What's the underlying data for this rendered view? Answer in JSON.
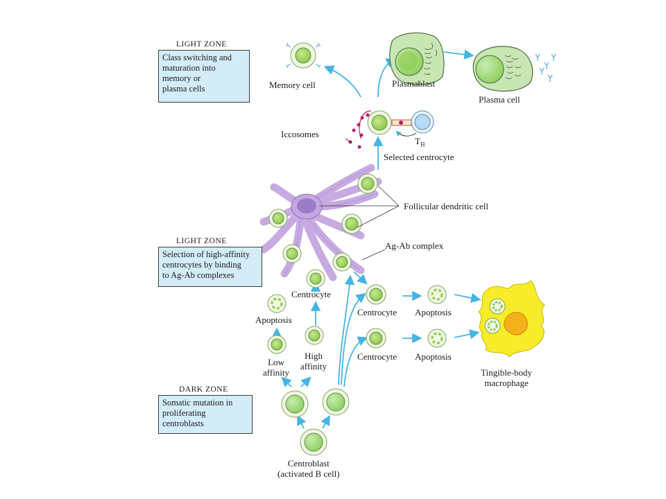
{
  "zones": {
    "light_top": {
      "title": "LIGHT ZONE",
      "text": [
        "Class switching and",
        "maturation into",
        "memory or",
        "plasma cells"
      ]
    },
    "light_mid": {
      "title": "LIGHT ZONE",
      "text": [
        "Selection of high-affinity",
        "centrocytes by binding",
        "to Ag-Ab complexes"
      ]
    },
    "dark": {
      "title": "DARK ZONE",
      "text": [
        "Somatic mutation in",
        "proliferating",
        "centroblasts"
      ]
    }
  },
  "labels": {
    "memory_cell": "Memory cell",
    "plasmablast": "Plasmablast",
    "plasma_cell": "Plasma cell",
    "iccosomes": "Iccosomes",
    "th": "T",
    "th_sub": "H",
    "selected_centrocyte": "Selected centrocyte",
    "fdc": "Follicular dendritic cell",
    "ag_ab": "Ag-Ab complex",
    "centrocyte_left": "Centrocyte",
    "centrocyte_mid_top": "Centrocyte",
    "centrocyte_mid_bottom": "Centrocyte",
    "apoptosis_left": "Apoptosis",
    "apoptosis_right_top": "Apoptosis",
    "apoptosis_right_bottom": "Apoptosis",
    "low_affinity_1": "Low",
    "low_affinity_2": "affinity",
    "high_affinity_1": "High",
    "high_affinity_2": "affinity",
    "tingible_1": "Tingible-body",
    "tingible_2": "macrophage",
    "centroblast_1": "Centroblast",
    "centroblast_2": "(activated B cell)"
  },
  "colors": {
    "cell_fill": "#a9d96c",
    "cell_ring": "#eef7e1",
    "cell_outline": "#6a8a4a",
    "arrow": "#45b4e3",
    "fdc": "#c4a6e0",
    "fdc_nucleus": "#9b7cc8",
    "macrophage": "#f7ec2a",
    "macrophage_nucleus": "#f4b21a",
    "iccosome": "#c0176a",
    "zone_box": "#d3ecf8",
    "th_cell": "#b7d9f5"
  }
}
